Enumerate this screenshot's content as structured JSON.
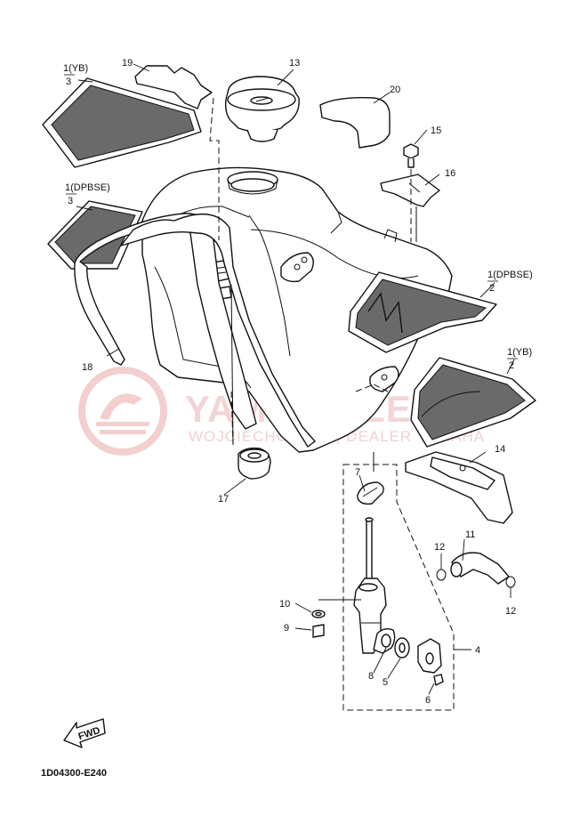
{
  "watermark": {
    "title": "YAMA-SKLEP.PL",
    "subtitle": "WOJCIECHOWICZ | DEALER YAMAHA",
    "color": "#e8a0a0"
  },
  "diagram_code": "1D04300-E240",
  "fwd_label": "FWD",
  "callouts": [
    {
      "id": "c1yb-a",
      "main": "1(YB)",
      "sub": "3"
    },
    {
      "id": "c1dp-a",
      "main": "1(DPBSE)",
      "sub": "3"
    },
    {
      "id": "c1dp-b",
      "main": "1(DPBSE)",
      "sub": "2"
    },
    {
      "id": "c1yb-b",
      "main": "1(YB)",
      "sub": "2"
    }
  ],
  "parts": {
    "p4": "4",
    "p5": "5",
    "p6": "6",
    "p7": "7",
    "p8": "8",
    "p9": "9",
    "p10": "10",
    "p11": "11",
    "p12a": "12",
    "p12b": "12",
    "p13": "13",
    "p14": "14",
    "p15": "15",
    "p16": "16",
    "p17": "17",
    "p18": "18",
    "p19": "19",
    "p20": "20"
  }
}
